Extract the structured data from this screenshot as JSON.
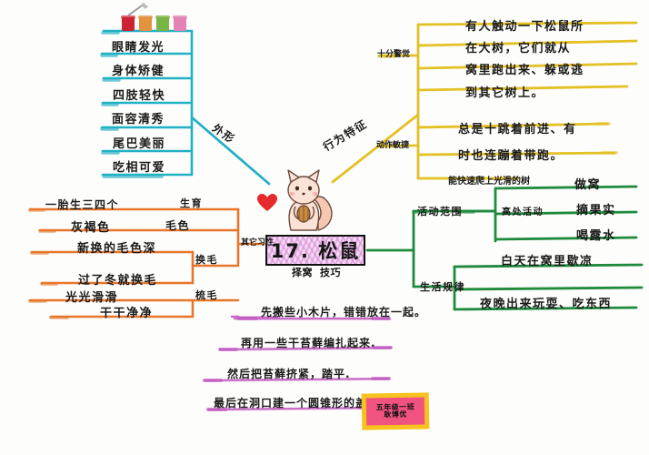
{
  "document": {
    "kind": "hand-drawn mind map",
    "title": "17. 松鼠",
    "subtitle_left": "择窝",
    "subtitle_right": "技巧",
    "language": "zh"
  },
  "colors": {
    "branch_appearance": "#21b0c4",
    "branch_behavior": "#e3c024",
    "branch_other": "#e8762a",
    "branch_habitat": "#1e8a3c",
    "steps": "#c055c0",
    "title_box_fill": "#f0d7ee",
    "badge_outer": "#f7c31e",
    "badge_inner": "#f0537f",
    "heart": "#e42a2a"
  },
  "center": {
    "label": "17. 松鼠",
    "sub_label_a": "择窝",
    "sub_label_b": "技巧"
  },
  "badge": {
    "line1": "五年级一班",
    "line2": "耿博优"
  },
  "branches": {
    "appearance": {
      "label": "外形",
      "color": "#21b0c4",
      "items": [
        "眼睛发光",
        "身体矫健",
        "四肢轻快",
        "面容清秀",
        "尾巴美丽",
        "吃相可爱"
      ]
    },
    "behavior": {
      "label": "行为特征",
      "color": "#e3c024",
      "groups": [
        {
          "label": "十分警觉",
          "items": [
            "有人触动一下松鼠所",
            "在大树，它们就从",
            "窝里跑出来、躲或逃",
            "到其它树上。"
          ]
        },
        {
          "label": "动作敏捷",
          "items": [
            "总是十跳着前进、有",
            "时也连蹦着带跑。",
            "能快速爬上光滑的树"
          ]
        }
      ]
    },
    "other_habits": {
      "label": "其它习性",
      "color": "#e8762a",
      "groups": [
        {
          "label": "生育",
          "items": [
            "一胎生三四个"
          ]
        },
        {
          "label": "毛色",
          "items": [
            "灰褐色"
          ]
        },
        {
          "label": "换毛",
          "items": [
            "新换的毛色深",
            "过了冬就换毛"
          ]
        },
        {
          "label": "梳毛",
          "items": [
            "光光滑滑",
            "干干净净"
          ]
        }
      ]
    },
    "habitat": {
      "label": "",
      "color": "#1e8a3c",
      "groups": [
        {
          "label": "活动范围",
          "sub_label": "高处活动",
          "items": [
            "做窝",
            "摘果实",
            "喝露水"
          ]
        },
        {
          "label": "生活规律",
          "sub_label": "",
          "items": [
            "白天在窝里歇凉",
            "夜晚出来玩耍、吃东西"
          ]
        }
      ]
    }
  },
  "steps": {
    "color": "#c055c0",
    "lines": [
      "先搬些小木片，错错放在一起。",
      "再用一些干苔藓编扎起来.",
      "然后把苔藓挤紧，踏平.",
      "最后在洞口建一个圆锥形的盖."
    ]
  }
}
